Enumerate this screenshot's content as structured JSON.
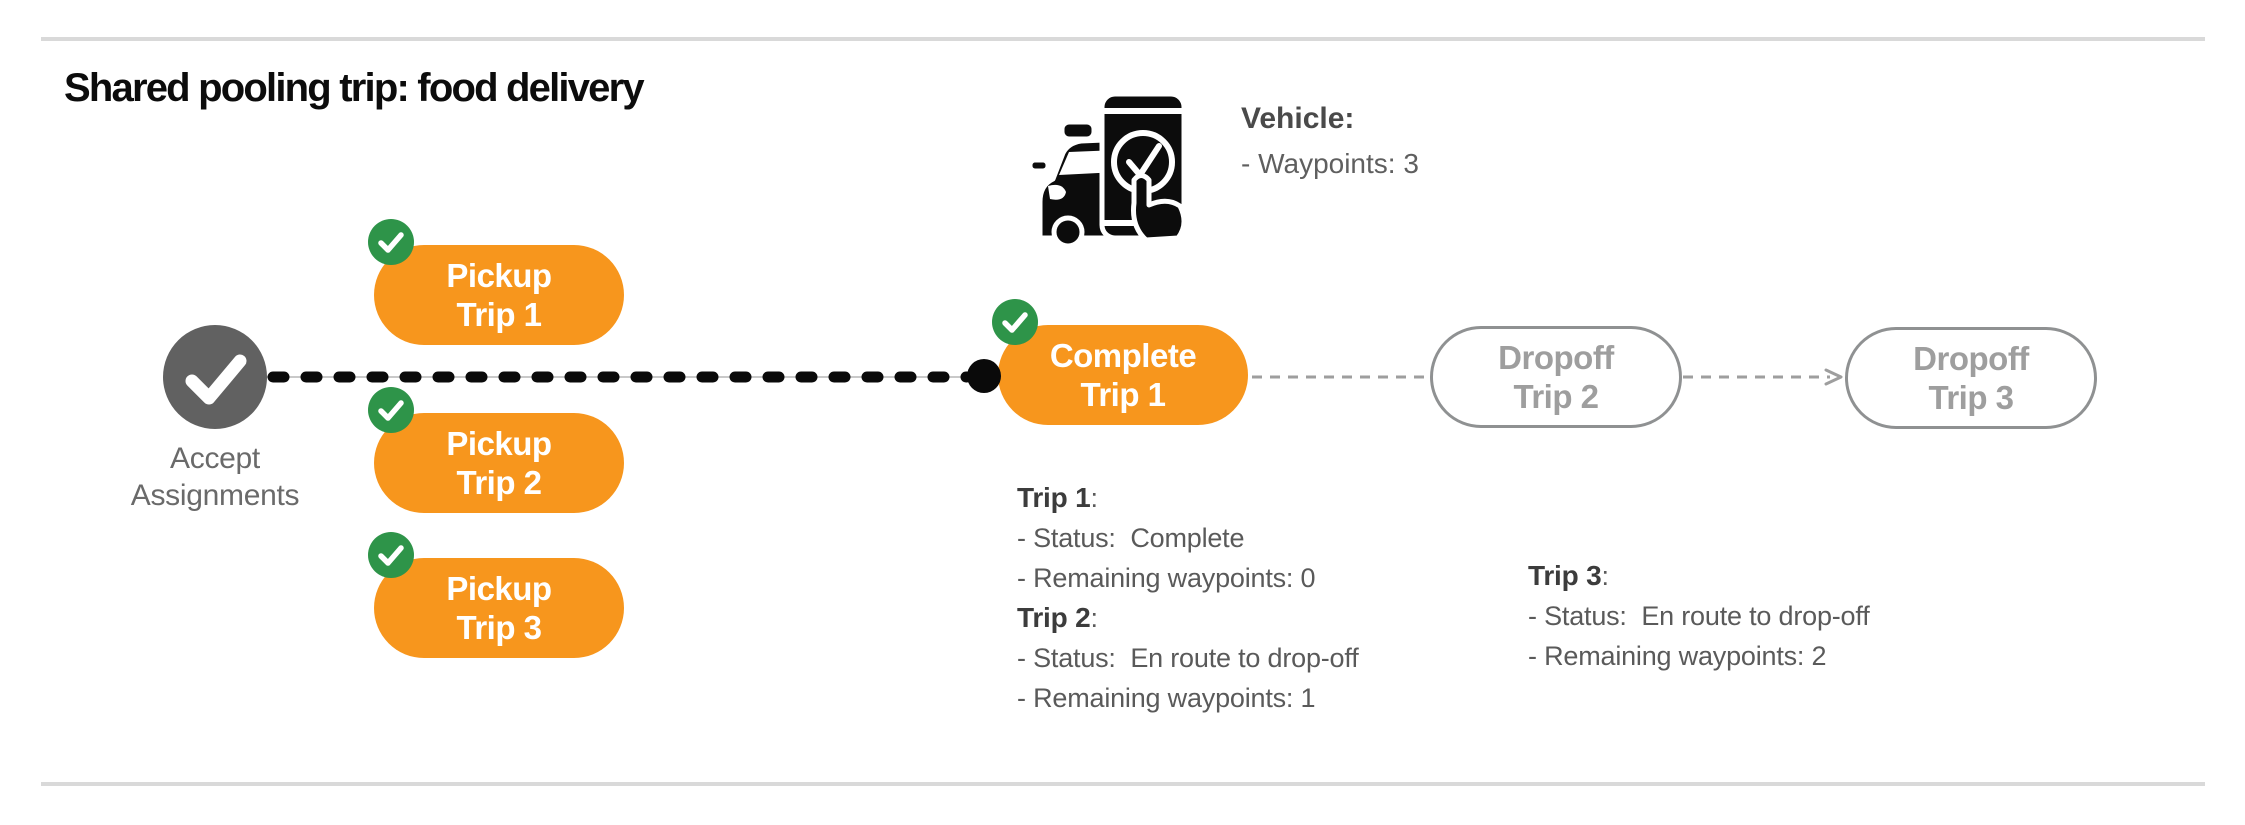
{
  "title": "Shared pooling trip: food delivery",
  "vehicle": {
    "icon": "car-phone-check-icon",
    "label_bold": "Vehicle",
    "label_rest": ":",
    "waypoints": "- Waypoints: 3"
  },
  "flow": {
    "accept": {
      "icon": "check-icon",
      "label_line1": "Accept",
      "label_line2": "Assignments"
    },
    "pickups": [
      {
        "line1": "Pickup",
        "line2": "Trip 1"
      },
      {
        "line1": "Pickup",
        "line2": "Trip 2"
      },
      {
        "line1": "Pickup",
        "line2": "Trip 3"
      }
    ],
    "complete": {
      "line1": "Complete",
      "line2": "Trip 1"
    },
    "dropoffs": [
      {
        "line1": "Dropoff",
        "line2": "Trip 2"
      },
      {
        "line1": "Dropoff",
        "line2": "Trip 3"
      }
    ]
  },
  "status_blocks": [
    {
      "sections": [
        {
          "heading_bold": "Trip 1",
          "heading_rest": ":",
          "lines": [
            "- Status:  Complete",
            "- Remaining waypoints: 0"
          ]
        },
        {
          "heading_bold": "Trip 2",
          "heading_rest": ":",
          "lines": [
            "- Status:  En route to drop-off",
            "- Remaining waypoints: 1"
          ]
        }
      ]
    },
    {
      "sections": [
        {
          "heading_bold": "Trip 3",
          "heading_rest": ":",
          "lines": [
            "- Status:  En route to drop-off",
            "- Remaining waypoints: 2"
          ]
        }
      ]
    }
  ],
  "colors": {
    "accent_orange": "#f7961d",
    "badge_green": "#2e9449",
    "node_gray": "#616161",
    "ghost_border_gray": "#8f9192",
    "ghost_text_gray": "#9e9e9e",
    "dash_black": "#0a0a0a",
    "rule_gray": "#d9d9d9"
  }
}
